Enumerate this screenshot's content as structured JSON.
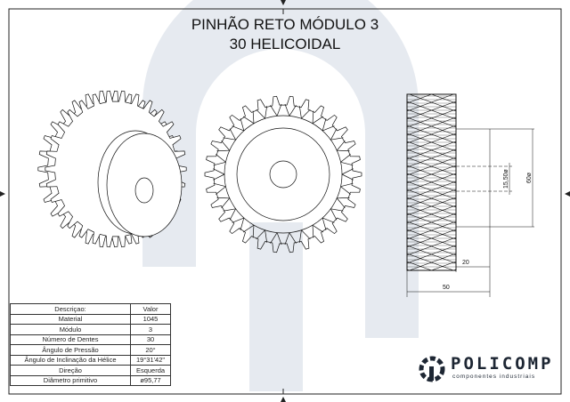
{
  "title": {
    "line1": "PINHÃO RETO MÓDULO 3",
    "line2": "30 HELICOIDAL"
  },
  "dimensions": {
    "face_width": "50",
    "hub_length": "20",
    "hub_diameter": "60ø",
    "bore_diameter": "15,50ø"
  },
  "specs": {
    "header": [
      "Descriçao:",
      "Valor"
    ],
    "rows": [
      [
        "Material",
        "1045"
      ],
      [
        "Módulo",
        "3"
      ],
      [
        "Número de Dentes",
        "30"
      ],
      [
        "Ângulo de Pressão",
        "20°"
      ],
      [
        "Ângulo de Inclinação da Hélice",
        "19°31'42\""
      ],
      [
        "Direção",
        "Esquerda"
      ],
      [
        "Diâmetro primitivo",
        "ø95,77"
      ]
    ]
  },
  "logo": {
    "name": "POLICOMP",
    "tagline": "componentes industriais"
  },
  "colors": {
    "watermark": "#e4e8ee",
    "line": "#111111",
    "brand": "#1d2633"
  }
}
